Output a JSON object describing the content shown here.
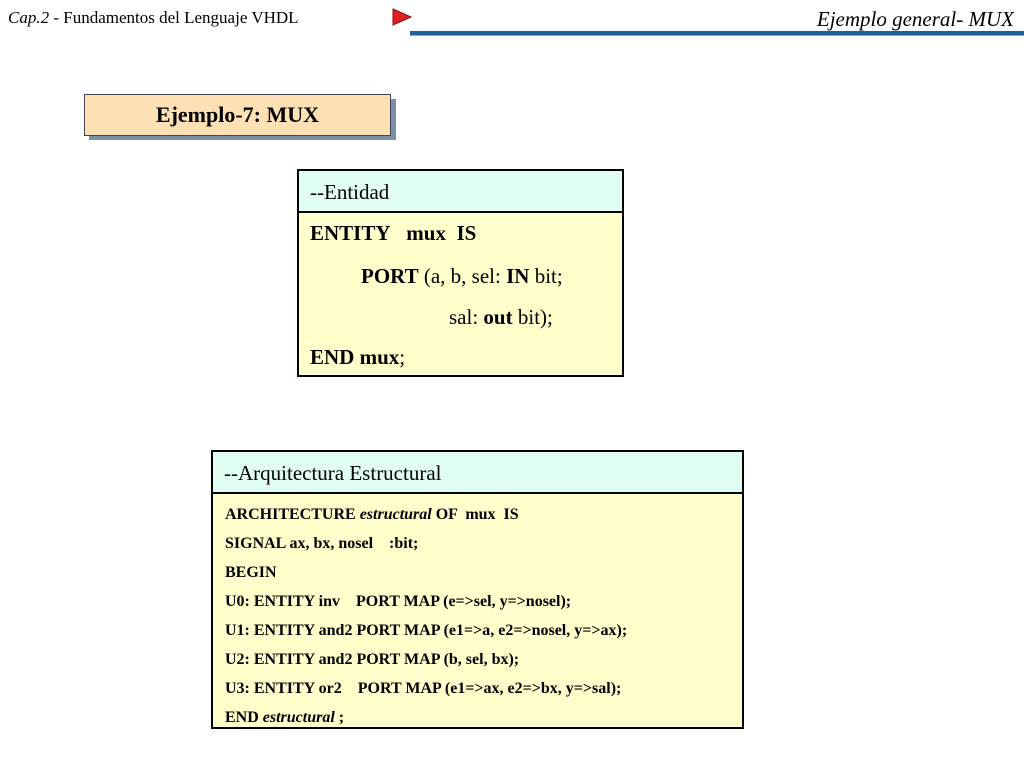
{
  "header": {
    "chapter": "Cap.2",
    "subject": " - Fundamentos del Lenguaje VHDL",
    "section_title": "Ejemplo general- MUX"
  },
  "slide_title": "Ejemplo-7: MUX",
  "entity_panel": {
    "comment": "--Entidad",
    "line1_kw1": "ENTITY",
    "line1_name": "mux",
    "line1_kw2": "IS",
    "line2_kw": "PORT",
    "line2_args": " (a, b, sel: ",
    "line2_mode": "IN",
    "line2_type": " bit;",
    "line3_name": "sal: ",
    "line3_mode": "out",
    "line3_type": " bit);",
    "line4_kw": "END",
    "line4_name": " mux",
    "line4_end": ";"
  },
  "architecture_panel": {
    "comment": "--Arquitectura Estructural",
    "l1_a": "ARCHITECTURE ",
    "l1_name": "estructural",
    "l1_b": " OF  mux  IS",
    "l2": "SIGNAL ax, bx, nosel    :bit;",
    "l3": "BEGIN",
    "l4": "U0: ENTITY inv    PORT MAP (e=>sel, y=>nosel);",
    "l5": "U1: ENTITY and2 PORT MAP (e1=>a, e2=>nosel, y=>ax);",
    "l6": "U2: ENTITY and2 PORT MAP (b, sel, bx);",
    "l7": "U3: ENTITY or2    PORT MAP (e1=>ax, e2=>bx, y=>sal);",
    "l8_a": "END ",
    "l8_name": "estructural",
    "l8_b": " ;"
  },
  "colors": {
    "arrow": "#e02020",
    "header_line": "#1f5f9e",
    "title_box": "#fde0b4",
    "panel_body": "#ffffcc",
    "panel_head": "#e0fff0"
  },
  "icons": {
    "nav_arrow": "play-arrow-icon"
  }
}
